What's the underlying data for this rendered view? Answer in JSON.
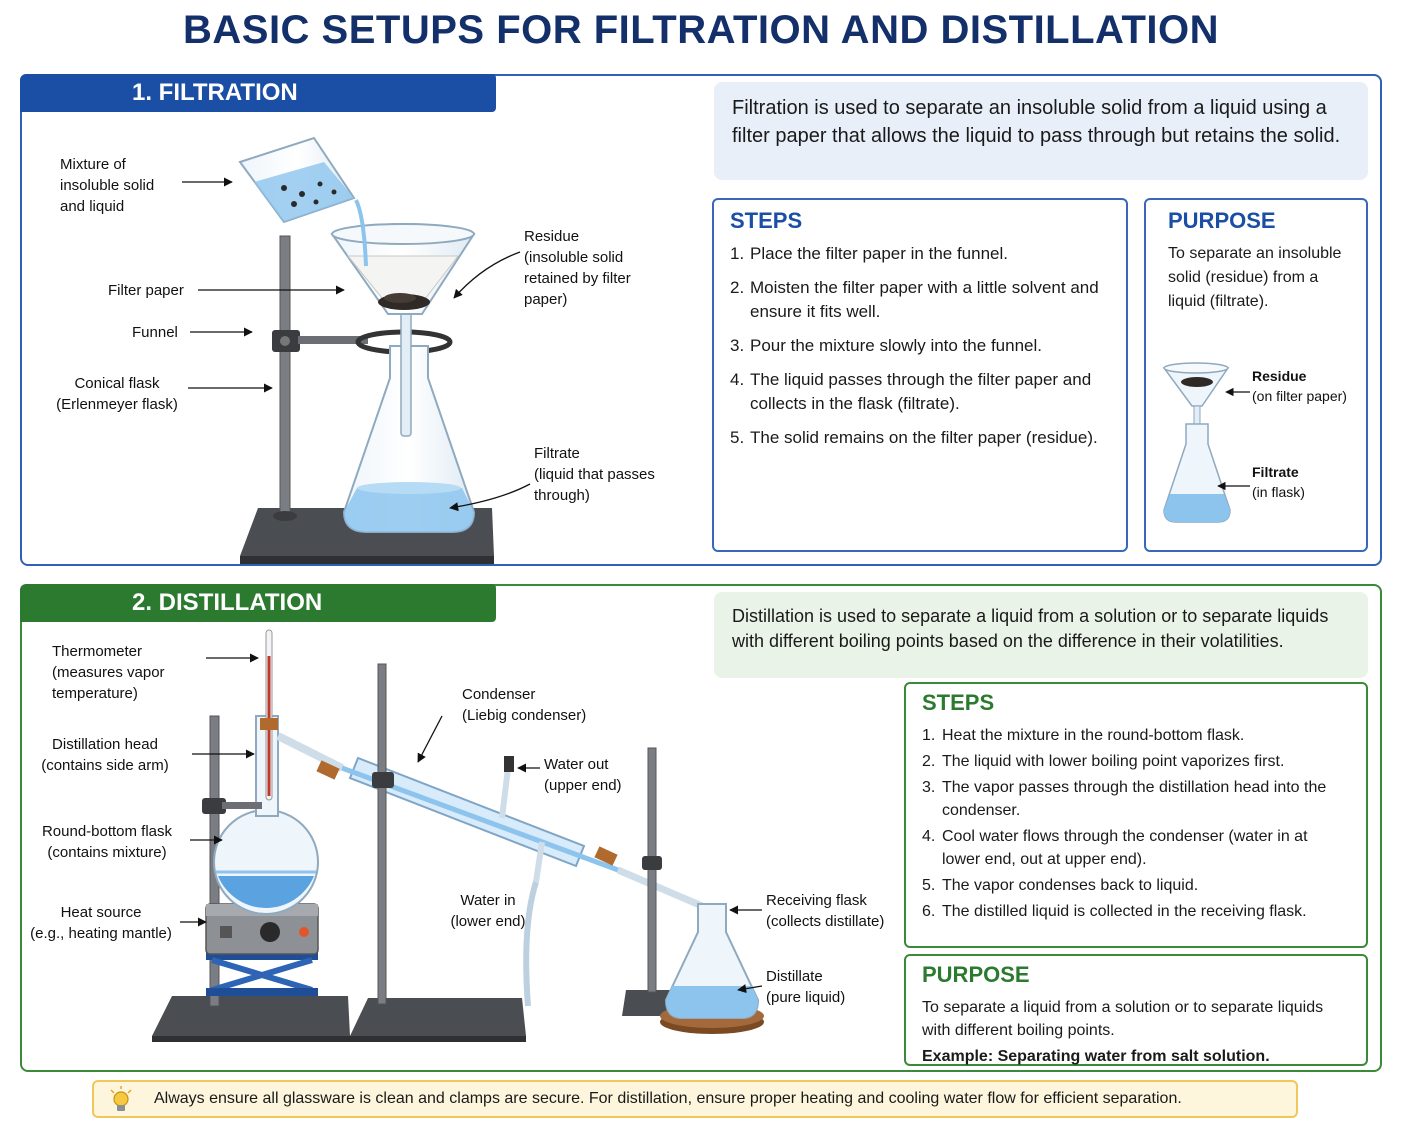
{
  "title": "BASIC SETUPS FOR FILTRATION AND DISTILLATION",
  "filtration": {
    "heading": "1. FILTRATION",
    "description": "Filtration is used to separate an insoluble solid from a liquid using a filter paper that allows the liquid to pass through but retains the solid.",
    "steps_title": "STEPS",
    "steps": [
      {
        "n": "1.",
        "text": "Place the filter paper in the funnel."
      },
      {
        "n": "2.",
        "text": "Moisten the filter paper with a little solvent and ensure it fits well."
      },
      {
        "n": "3.",
        "text": "Pour the mixture slowly into the funnel."
      },
      {
        "n": "4.",
        "text": "The liquid passes through the filter paper and collects in the flask (filtrate)."
      },
      {
        "n": "5.",
        "text": "The solid remains on the filter paper (residue)."
      }
    ],
    "purpose_title": "PURPOSE",
    "purpose_text": "To separate an insoluble solid (residue) from a liquid (filtrate).",
    "mini_labels": {
      "residue": "Residue",
      "residue_sub": "(on filter paper)",
      "filtrate": "Filtrate",
      "filtrate_sub": "(in flask)"
    },
    "labels": {
      "mixture": "Mixture of insoluble solid and liquid",
      "filter_paper": "Filter paper",
      "funnel": "Funnel",
      "conical_flask": "Conical flask",
      "conical_flask_sub": "(Erlenmeyer flask)",
      "residue": "Residue",
      "residue_sub": "(insoluble solid retained by filter paper)",
      "filtrate": "Filtrate",
      "filtrate_sub": "(liquid that passes through)"
    }
  },
  "distillation": {
    "heading": "2. DISTILLATION",
    "description": "Distillation is used to separate a liquid from a solution or to separate liquids with different boiling points based on the difference in their volatilities.",
    "steps_title": "STEPS",
    "steps": [
      {
        "n": "1.",
        "text": "Heat the mixture in the round-bottom flask."
      },
      {
        "n": "2.",
        "text": "The liquid with lower boiling point vaporizes first."
      },
      {
        "n": "3.",
        "text": "The vapor passes through the distillation head into the condenser."
      },
      {
        "n": "4.",
        "text": "Cool water flows through the condenser (water in at lower end, out at upper end)."
      },
      {
        "n": "5.",
        "text": "The vapor condenses back to liquid."
      },
      {
        "n": "6.",
        "text": "The distilled liquid is collected in the receiving flask."
      }
    ],
    "purpose_title": "PURPOSE",
    "purpose_text": "To separate a liquid from a solution or to separate liquids with different boiling points.",
    "example": "Example: Separating water from salt solution.",
    "labels": {
      "thermometer": "Thermometer",
      "thermometer_sub": "(measures vapor temperature)",
      "distillation_head": "Distillation head",
      "distillation_head_sub": "(contains side arm)",
      "round_flask": "Round-bottom flask",
      "round_flask_sub": "(contains mixture)",
      "heat_source": "Heat source",
      "heat_source_sub": "(e.g., heating mantle)",
      "condenser": "Condenser",
      "condenser_sub": "(Liebig condenser)",
      "water_out": "Water out",
      "water_out_sub": "(upper end)",
      "water_in": "Water in",
      "water_in_sub": "(lower end)",
      "receiving_flask": "Receiving flask",
      "receiving_flask_sub": "(collects distillate)",
      "distillate": "Distillate",
      "distillate_sub": "(pure liquid)"
    }
  },
  "tip": "Always ensure all glassware is clean and clamps are secure. For distillation, ensure proper heating and cooling water flow for efficient separation.",
  "colors": {
    "title": "#13306b",
    "filtration_accent": "#1b4ea5",
    "distillation_accent": "#2c7a30",
    "liquid": "#8cc4ee",
    "tip_bg": "#fdf6dd"
  }
}
